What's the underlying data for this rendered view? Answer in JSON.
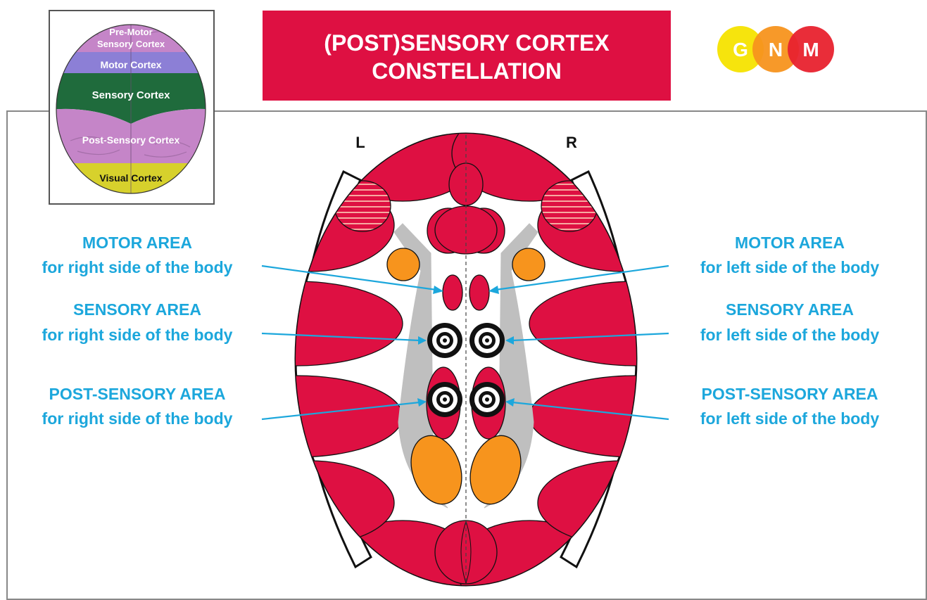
{
  "title": {
    "line1": "(POST)SENSORY CORTEX",
    "line2": "CONSTELLATION"
  },
  "logo": {
    "letters": [
      "G",
      "N",
      "M"
    ],
    "colors": [
      "#f5e300",
      "#f7931e",
      "#e8222e"
    ]
  },
  "mini_brain": {
    "premotor_line1": "Pre-Motor",
    "premotor_line2": "Sensory Cortex",
    "motor": "Motor Cortex",
    "sensory": "Sensory Cortex",
    "postsensory": "Post-Sensory Cortex",
    "visual": "Visual Cortex"
  },
  "sides": {
    "left": "L",
    "right": "R"
  },
  "labels": {
    "left": {
      "motor_title": "MOTOR AREA",
      "motor_sub": "for right side of the body",
      "sensory_title": "SENSORY AREA",
      "sensory_sub": "for right side of the body",
      "post_title": "POST-SENSORY AREA",
      "post_sub": "for right side of the body"
    },
    "right": {
      "motor_title": "MOTOR AREA",
      "motor_sub": "for left side of the body",
      "sensory_title": "SENSORY AREA",
      "sensory_sub": "for left side of the body",
      "post_title": "POST-SENSORY AREA",
      "post_sub": "for left side of the body"
    }
  },
  "colors": {
    "red": "#de1042",
    "orange": "#f7941d",
    "gray": "#bfbfbf",
    "label_blue": "#1ca7dc",
    "premotor": "#c585c8",
    "motor": "#8c7fd6",
    "sensory": "#1f6b3c",
    "postsensory": "#c585c8",
    "visual": "#d7d12c"
  }
}
